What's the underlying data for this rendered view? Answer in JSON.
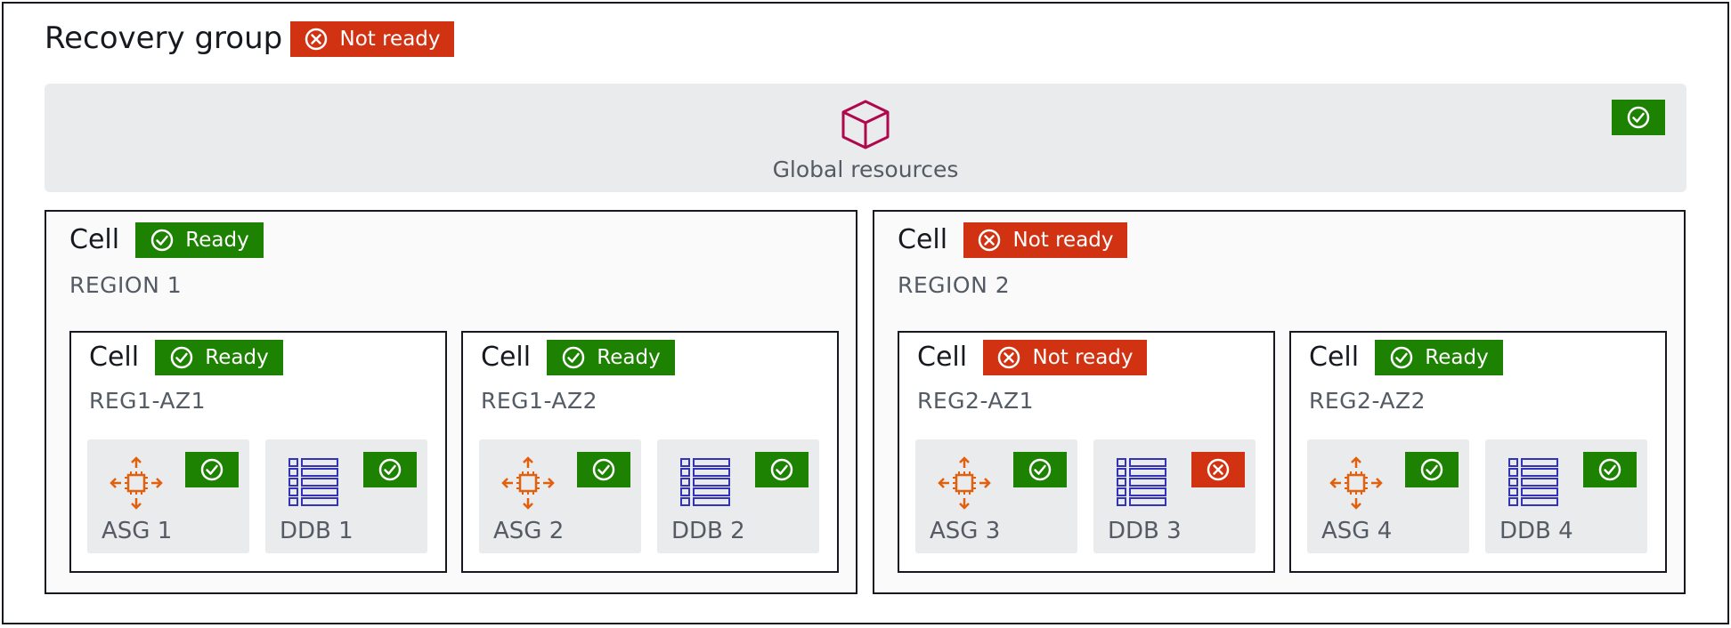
{
  "title": "Recovery group",
  "status": {
    "not_ready": "Not ready",
    "ready": "Ready"
  },
  "global_resources": {
    "label": "Global resources",
    "ready": true
  },
  "cell_word": "Cell",
  "regions": [
    {
      "name": "REGION 1",
      "ready": true,
      "zones": [
        {
          "name": "REG1-AZ1",
          "ready": true,
          "resources": [
            {
              "label": "ASG 1",
              "kind": "asg",
              "ready": true
            },
            {
              "label": "DDB 1",
              "kind": "ddb",
              "ready": true
            }
          ]
        },
        {
          "name": "REG1-AZ2",
          "ready": true,
          "resources": [
            {
              "label": "ASG 2",
              "kind": "asg",
              "ready": true
            },
            {
              "label": "DDB 2",
              "kind": "ddb",
              "ready": true
            }
          ]
        }
      ]
    },
    {
      "name": "REGION 2",
      "ready": false,
      "zones": [
        {
          "name": "REG2-AZ1",
          "ready": false,
          "resources": [
            {
              "label": "ASG 3",
              "kind": "asg",
              "ready": true
            },
            {
              "label": "DDB 3",
              "kind": "ddb",
              "ready": false
            }
          ]
        },
        {
          "name": "REG2-AZ2",
          "ready": true,
          "resources": [
            {
              "label": "ASG 4",
              "kind": "asg",
              "ready": true
            },
            {
              "label": "DDB 4",
              "kind": "ddb",
              "ready": true
            }
          ]
        }
      ]
    }
  ],
  "colors": {
    "ready": "#1d8102",
    "not_ready": "#d13212",
    "asg_icon": "#e0600e",
    "ddb_icon": "#3334b9",
    "cube_icon": "#b0084d"
  }
}
